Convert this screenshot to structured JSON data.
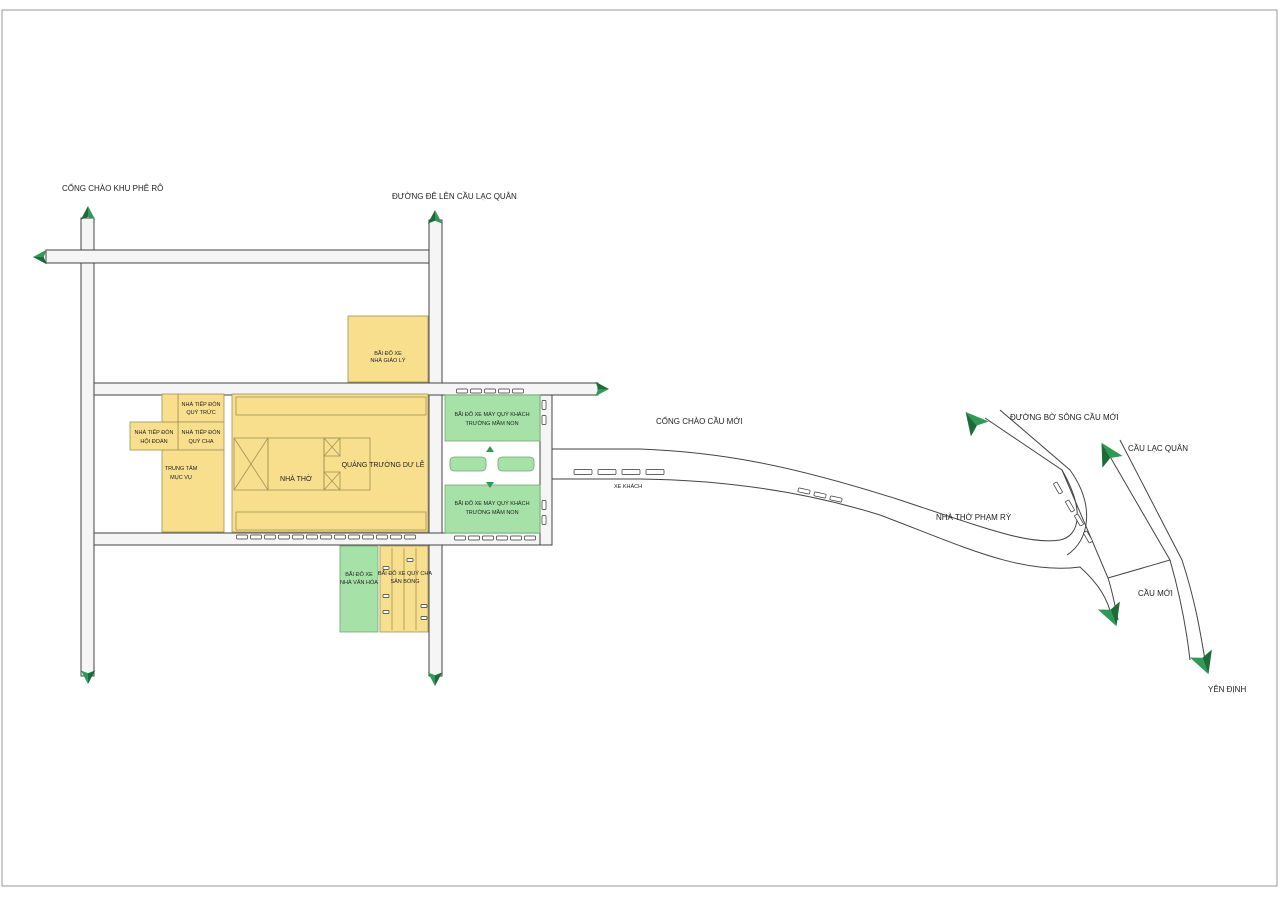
{
  "colors": {
    "road_fill": "#f5f5f5",
    "road_stroke": "#444444",
    "building": "#f8df8e",
    "building_stroke": "#a39258",
    "green_zone": "#a6e1a8",
    "green_stroke": "#6fa873",
    "arrow": "#2f9a55",
    "arrow_dark": "#1c6b39"
  },
  "labels": {
    "gate_khu_phe_ro": "CỔNG CHÀO KHU PHÊ RÔ",
    "road_de_cau_lac_quan": "ĐƯỜNG ĐÊ LÊN CẦU LẠC QUÂN",
    "gate_cau_moi": "CỔNG CHÀO  CẦU MỚI",
    "road_bo_song": "ĐƯỜNG BỜ SÔNG CẦU MỚI",
    "cau_lac_quan": "CẦU LẠC QUÂN",
    "cau_moi": "CẦU MỚI",
    "yen_dinh": "YÊN ĐỊNH",
    "nha_tho_pham_ry": "NHÀ THỜ PHẠM RỲ",
    "xe_khach": "XE KHÁCH"
  },
  "zones": {
    "parking_giao_ly": [
      "BÃI ĐỖ XE",
      "NHÀ GIÁO LÝ"
    ],
    "tiep_don_quy_truc": [
      "NHÀ TIẾP ĐÓN",
      "QUÝ TRỨC"
    ],
    "tiep_don_quy_cha": [
      "NHÀ TIẾP ĐÓN",
      "QUÝ CHA"
    ],
    "tiep_don_hoi_doan": [
      "NHÀ TIẾP ĐÓN",
      "HỘI ĐOÀN"
    ],
    "trung_tam_muc_vu": [
      "TRUNG TÂM",
      "MỤC VỤ"
    ],
    "nha_tho": "NHÀ THỜ",
    "quang_truong": "QUẢNG TRƯỜNG DƯ LỄ",
    "parking_mam_non_top": [
      "BÃI ĐỖ XE  MÁY QUÝ KHÁCH",
      "TRƯỜNG MẦM NON"
    ],
    "parking_mam_non_bottom": [
      "BÃI ĐỖ XE  MÁY QUÝ KHÁCH",
      "TRƯỜNG MẦM NON"
    ],
    "parking_van_hoa": [
      "BÃI ĐỖ XE",
      "NHÀ VĂN HÓA"
    ],
    "parking_quy_cha": [
      "BÃI ĐỖ XE QUÝ CHA",
      "SÂN BÓNG"
    ]
  },
  "icons": {
    "direction_arrow": "triangle-arrow-icon",
    "vehicle": "car-icon"
  }
}
